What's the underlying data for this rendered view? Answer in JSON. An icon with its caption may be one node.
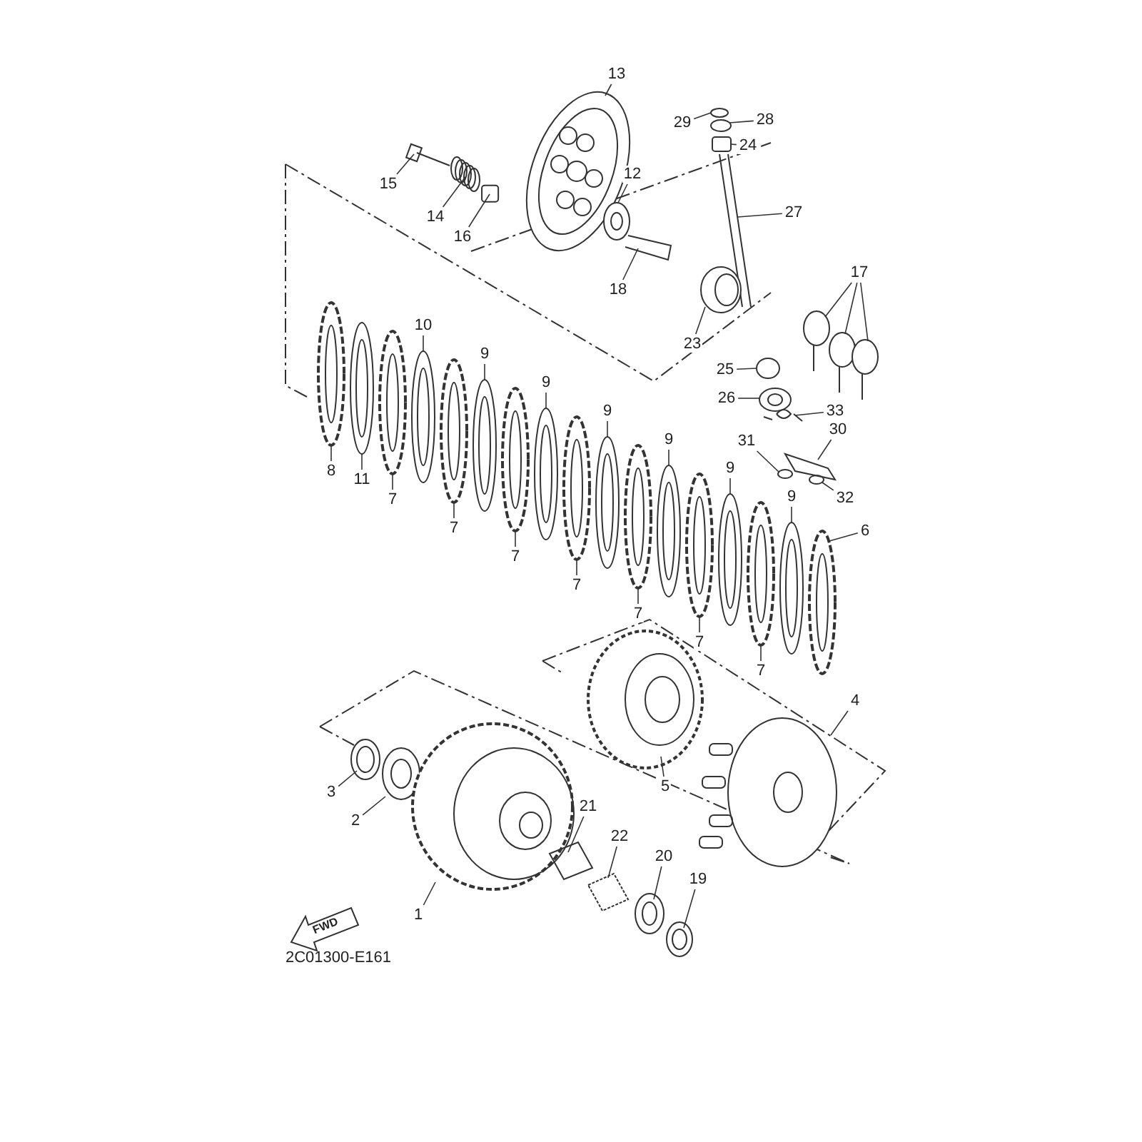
{
  "diagram": {
    "nodes": [
      {
        "text": [
          "13"
        ]
      },
      {
        "text": [
          "28"
        ]
      },
      {
        "text": [
          "29"
        ]
      },
      {
        "text": [
          "24"
        ]
      },
      {
        "text": [
          "12"
        ]
      },
      {
        "text": [
          "15"
        ]
      },
      {
        "text": [
          "27"
        ]
      },
      {
        "text": [
          "14"
        ]
      },
      {
        "text": [
          "16"
        ]
      },
      {
        "text": [
          "17"
        ]
      },
      {
        "text": [
          "18"
        ]
      },
      {
        "text": [
          "10"
        ]
      },
      {
        "text": [
          "23"
        ]
      },
      {
        "text": [
          "9"
        ]
      },
      {
        "text": [
          "25"
        ]
      },
      {
        "text": [
          "9"
        ]
      },
      {
        "text": [
          "26"
        ]
      },
      {
        "text": [
          "33"
        ]
      },
      {
        "text": [
          "9"
        ]
      },
      {
        "text": [
          "8"
        ]
      },
      {
        "text": [
          "30"
        ]
      },
      {
        "text": [
          "11"
        ]
      },
      {
        "text": [
          "31"
        ]
      },
      {
        "text": [
          "9"
        ]
      },
      {
        "text": [
          "7"
        ]
      },
      {
        "text": [
          "9"
        ]
      },
      {
        "text": [
          "7"
        ]
      },
      {
        "text": [
          "32"
        ]
      },
      {
        "text": [
          "9"
        ]
      },
      {
        "text": [
          "7"
        ]
      },
      {
        "text": [
          "6"
        ]
      },
      {
        "text": [
          "7"
        ]
      },
      {
        "text": [
          "7"
        ]
      },
      {
        "text": [
          "7"
        ]
      },
      {
        "text": [
          "7"
        ]
      },
      {
        "text": [
          "4"
        ]
      },
      {
        "text": [
          "5"
        ]
      },
      {
        "text": [
          "3"
        ]
      },
      {
        "text": [
          "2"
        ]
      },
      {
        "text": [
          "21"
        ]
      },
      {
        "text": [
          "22"
        ]
      },
      {
        "text": [
          "20"
        ]
      },
      {
        "text": [
          "19"
        ]
      },
      {
        "text": [
          "1"
        ]
      },
      {
        "text": [],
        "shape": "picture"
      },
      {
        "text": [],
        "shape": "circle"
      },
      {
        "text": [],
        "shape": "circle"
      },
      {
        "text": [],
        "shape": "box"
      },
      {
        "text": [],
        "shape": "picture"
      },
      {
        "text": [],
        "shape": "picture"
      },
      {
        "text": [],
        "shape": "picture"
      },
      {
        "text": [],
        "shape": "picture"
      },
      {
        "text": [],
        "shape": "box"
      },
      {
        "text": [],
        "shape": "picture"
      },
      {
        "text": [],
        "shape": "picture"
      },
      {
        "text": [],
        "shape": "picture"
      },
      {
        "text": [],
        "shape": "picture"
      },
      {
        "text": [],
        "shape": "picture"
      },
      {
        "text": [],
        "shape": "picture"
      },
      {
        "text": [],
        "shape": "picture"
      },
      {
        "text": [],
        "shape": "circle"
      },
      {
        "text": [],
        "shape": "picture"
      },
      {
        "text": [],
        "shape": "picture"
      },
      {
        "text": [],
        "shape": "picture"
      },
      {
        "text": [],
        "shape": "picture"
      },
      {
        "text": [],
        "shape": "picture"
      },
      {
        "text": [],
        "shape": "picture"
      },
      {
        "text": [],
        "shape": "picture"
      },
      {
        "text": [],
        "shape": "circle"
      },
      {
        "text": [],
        "shape": "picture"
      },
      {
        "text": [],
        "shape": "picture"
      },
      {
        "text": [],
        "shape": "picture"
      },
      {
        "text": [],
        "shape": "picture"
      },
      {
        "text": [],
        "shape": "circle"
      },
      {
        "text": [],
        "shape": "picture"
      },
      {
        "text": [],
        "shape": "picture"
      },
      {
        "text": [],
        "shape": "picture"
      },
      {
        "text": [],
        "shape": "picture"
      },
      {
        "text": [],
        "shape": "picture"
      },
      {
        "text": [],
        "shape": "picture"
      },
      {
        "text": [],
        "shape": "picture"
      },
      {
        "text": [],
        "shape": "picture"
      },
      {
        "text": [],
        "shape": "picture"
      },
      {
        "text": [],
        "shape": "picture"
      },
      {
        "text": [],
        "shape": "picture"
      },
      {
        "text": [],
        "shape": "picture"
      },
      {
        "text": [],
        "shape": "picture"
      },
      {
        "text": [],
        "shape": "picture"
      },
      {
        "text": [],
        "shape": "picture"
      },
      {
        "text": [],
        "shape": "picture"
      }
    ],
    "edges": [
      {
        "from": 0,
        "to": 44,
        "arrow": "none"
      },
      {
        "from": 1,
        "to": 46,
        "arrow": "none"
      },
      {
        "from": 2,
        "to": 45,
        "arrow": "none"
      },
      {
        "from": 3,
        "to": 47,
        "arrow": "none"
      },
      {
        "from": 4,
        "to": 48,
        "arrow": "none"
      },
      {
        "from": 5,
        "to": 49,
        "arrow": "none"
      },
      {
        "from": 6,
        "to": 50,
        "arrow": "none"
      },
      {
        "from": 7,
        "to": 51,
        "arrow": "none"
      },
      {
        "from": 8,
        "to": 52,
        "arrow": "none"
      },
      {
        "from": 9,
        "to": 53,
        "arrow": "none"
      },
      {
        "from": 9,
        "to": 54,
        "arrow": "none"
      },
      {
        "from": 9,
        "to": 55,
        "arrow": "none"
      },
      {
        "from": 10,
        "to": 56,
        "arrow": "none"
      },
      {
        "from": 11,
        "to": 57,
        "arrow": "none"
      },
      {
        "from": 12,
        "to": 58,
        "arrow": "none"
      },
      {
        "from": 13,
        "to": 59,
        "arrow": "none"
      },
      {
        "from": 14,
        "to": 60,
        "arrow": "none"
      },
      {
        "from": 15,
        "to": 61,
        "arrow": "none"
      },
      {
        "from": 16,
        "to": 62,
        "arrow": "none"
      },
      {
        "from": 17,
        "to": 63,
        "arrow": "none"
      },
      {
        "from": 18,
        "to": 64,
        "arrow": "none"
      },
      {
        "from": 19,
        "to": 65,
        "arrow": "none"
      },
      {
        "from": 20,
        "to": 66,
        "arrow": "none"
      },
      {
        "from": 21,
        "to": 67,
        "arrow": "none"
      },
      {
        "from": 22,
        "to": 68,
        "arrow": "none"
      },
      {
        "from": 23,
        "to": 69,
        "arrow": "none"
      },
      {
        "from": 24,
        "to": 70,
        "arrow": "none"
      },
      {
        "from": 25,
        "to": 71,
        "arrow": "none"
      },
      {
        "from": 26,
        "to": 72,
        "arrow": "none"
      },
      {
        "from": 27,
        "to": 73,
        "arrow": "none"
      },
      {
        "from": 28,
        "to": 74,
        "arrow": "none"
      },
      {
        "from": 29,
        "to": 75,
        "arrow": "none"
      },
      {
        "from": 30,
        "to": 76,
        "arrow": "none"
      },
      {
        "from": 31,
        "to": 77,
        "arrow": "none"
      },
      {
        "from": 32,
        "to": 78,
        "arrow": "none"
      },
      {
        "from": 33,
        "to": 79,
        "arrow": "none"
      },
      {
        "from": 34,
        "to": 80,
        "arrow": "none"
      },
      {
        "from": 35,
        "to": 81,
        "arrow": "none"
      },
      {
        "from": 36,
        "to": 82,
        "arrow": "none"
      },
      {
        "from": 37,
        "to": 83,
        "arrow": "none"
      },
      {
        "from": 38,
        "to": 84,
        "arrow": "none"
      },
      {
        "from": 39,
        "to": 85,
        "arrow": "none"
      },
      {
        "from": 40,
        "to": 86,
        "arrow": "none"
      },
      {
        "from": 41,
        "to": 87,
        "arrow": "none"
      },
      {
        "from": 42,
        "to": 88,
        "arrow": "none"
      },
      {
        "from": 43,
        "to": 89,
        "arrow": "none"
      }
    ],
    "labels": [
      "FWD",
      "2C01300-E161"
    ]
  }
}
